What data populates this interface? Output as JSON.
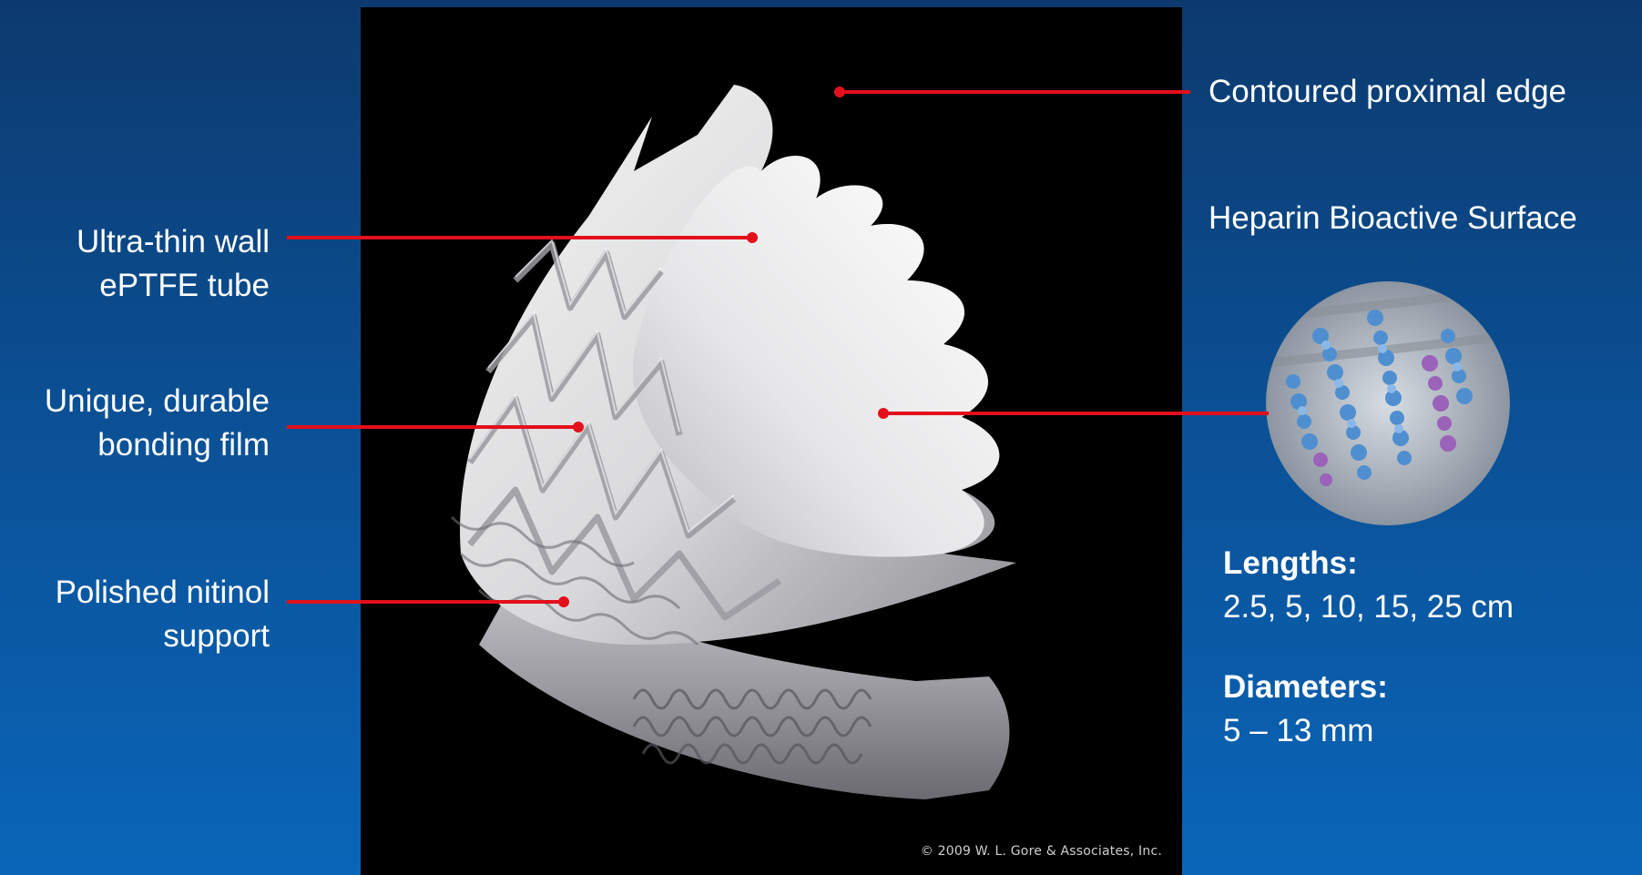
{
  "labels": {
    "ultra_thin_line1": "Ultra-thin wall",
    "ultra_thin_line2": "ePTFE tube",
    "bonding_line1": "Unique, durable",
    "bonding_line2": "bonding film",
    "nitinol_line1": "Polished nitinol",
    "nitinol_line2": "support",
    "contoured": "Contoured proximal edge",
    "heparin": "Heparin Bioactive Surface"
  },
  "specs": {
    "lengths_label": "Lengths:",
    "lengths_value": "2.5, 5, 10, 15, 25 cm",
    "diameters_label": "Diameters:",
    "diameters_value": "5 – 13 mm"
  },
  "photo": {
    "credit": "© 2009 W. L. Gore & Associates, Inc."
  },
  "colors": {
    "leader": "#e3101c",
    "background_top": "#0c3a6e",
    "background_bottom": "#0a65b8"
  }
}
